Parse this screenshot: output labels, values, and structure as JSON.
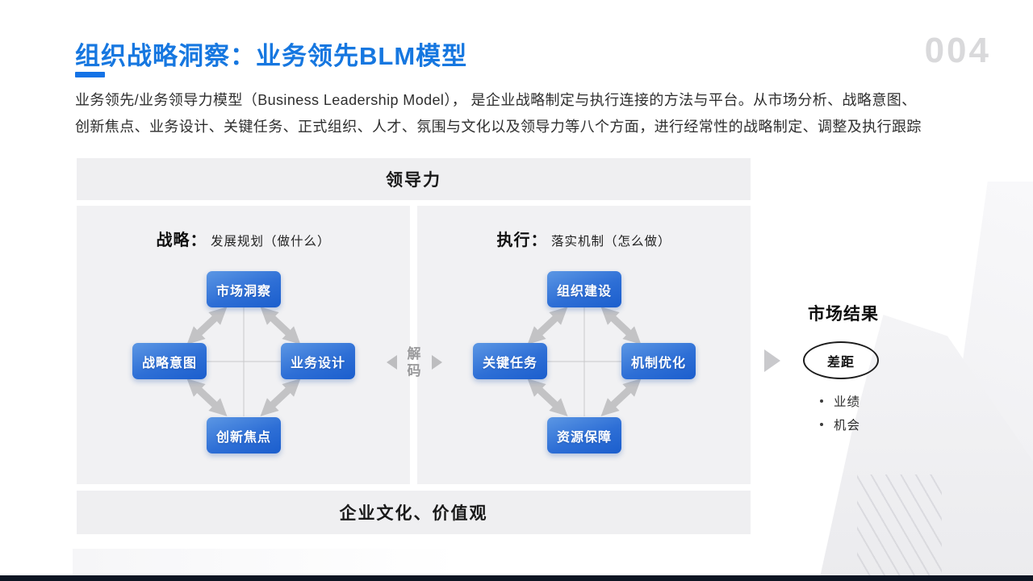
{
  "page": {
    "number": "004",
    "title": "组织战略洞察：业务领先BLM模型",
    "description_lines": [
      "业务领先/业务领导力模型（Business Leadership Model）， 是企业战略制定与执行连接的方法与平台。从市场分析、战略意图、",
      "创新焦点、业务设计、关键任务、正式组织、人才、氛围与文化以及领导力等八个方面，进行经常性的战略制定、调整及执行跟踪"
    ]
  },
  "diagram": {
    "leadership_bar": "领导力",
    "culture_bar": "企业文化、价值观",
    "decode_label": "解码",
    "strategy": {
      "heading": "战略：",
      "subheading": "发展规划（做什么）",
      "nodes": {
        "top": "市场洞察",
        "left": "战略意图",
        "right": "业务设计",
        "bottom": "创新焦点"
      }
    },
    "execution": {
      "heading": "执行：",
      "subheading": "落实机制（怎么做）",
      "nodes": {
        "top": "组织建设",
        "left": "关键任务",
        "right": "机制优化",
        "bottom": "资源保障"
      }
    },
    "result": {
      "title": "市场结果",
      "oval_label": "差距",
      "bullets": [
        "业绩",
        "机会"
      ]
    }
  },
  "colors": {
    "accent_blue": "#1677e0",
    "node_gradient_start": "#5c97e4",
    "node_gradient_end": "#1b5ecd",
    "panel_bg": "#f1f1f3",
    "bar_bg": "#efeff1",
    "arrow_gray": "#c3c3c5",
    "decode_gray": "#9a9a9c",
    "footer_bar": "#0d1523",
    "page_num_gray": "#d9d9db"
  }
}
